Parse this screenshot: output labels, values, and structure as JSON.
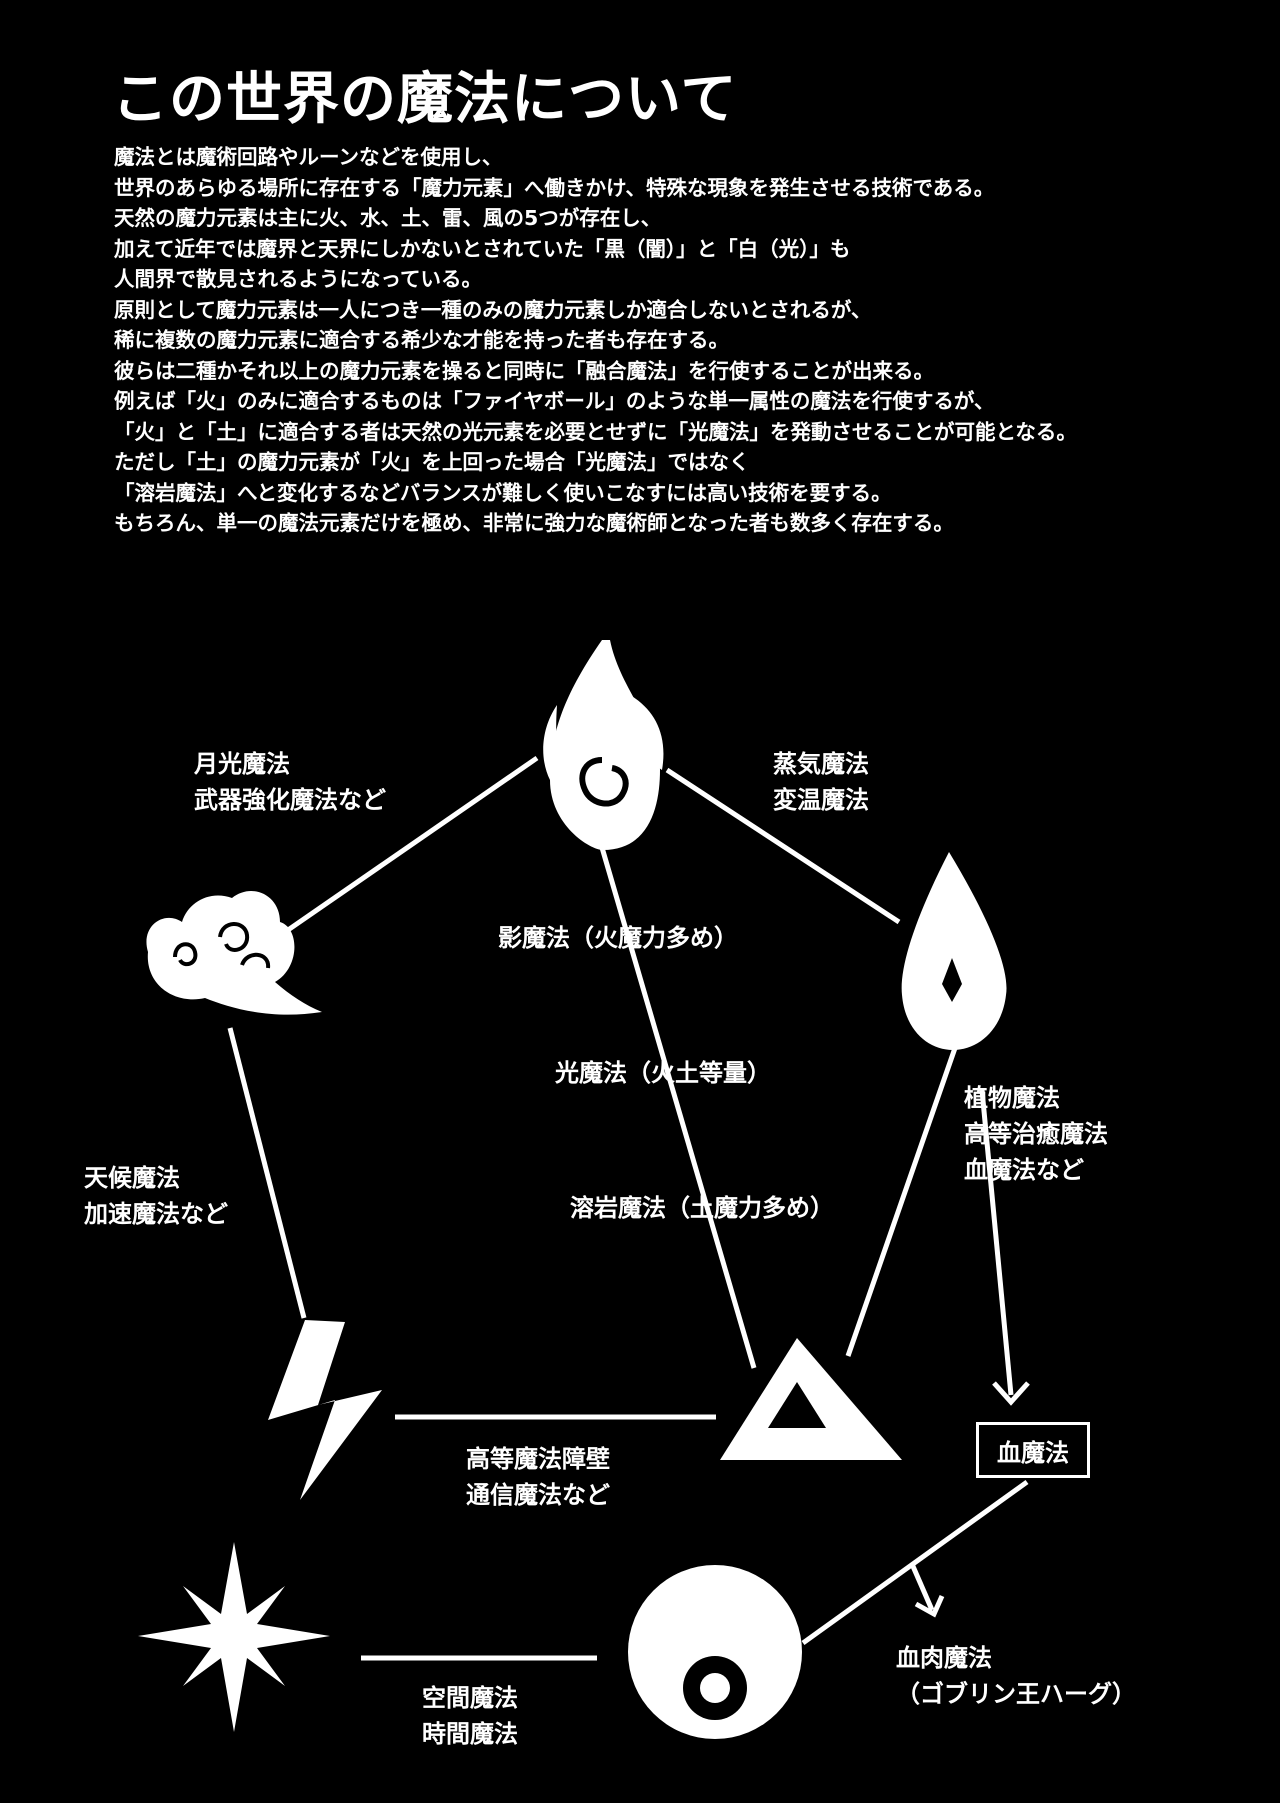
{
  "title": "この世界の魔法について",
  "intro_lines": [
    "魔法とは魔術回路やルーンなどを使用し、",
    "世界のあらゆる場所に存在する「魔力元素」へ働きかけ、特殊な現象を発生させる技術である。",
    "天然の魔力元素は主に火、水、土、雷、風の5つが存在し、",
    "加えて近年では魔界と天界にしかないとされていた「黒（闇）」と「白（光）」も",
    "人間界で散見されるようになっている。",
    "原則として魔力元素は一人につき一種のみの魔力元素しか適合しないとされるが、",
    "稀に複数の魔力元素に適合する希少な才能を持った者も存在する。",
    "彼らは二種かそれ以上の魔力元素を操ると同時に「融合魔法」を行使することが出来る。",
    "例えば「火」のみに適合するものは「ファイヤボール」のような単一属性の魔法を行使するが、",
    "「火」と「土」に適合する者は天然の光元素を必要とせずに「光魔法」を発動させることが可能となる。",
    "ただし「土」の魔力元素が「火」を上回った場合「光魔法」ではなく",
    "「溶岩魔法」へと変化するなどバランスが難しく使いこなすには高い技術を要する。",
    "もちろん、単一の魔法元素だけを極め、非常に強力な魔術師となった者も数多く存在する。"
  ],
  "symbols": {
    "fire": "fire-icon",
    "water": "water-drop-icon",
    "wind": "wind-cloud-icon",
    "thunder": "lightning-icon",
    "earth": "earth-triangle-icon",
    "light": "star-icon",
    "dark": "eye-orb-icon"
  },
  "labels": {
    "fire_wind": [
      "月光魔法",
      "武器強化魔法など"
    ],
    "fire_water": [
      "蒸気魔法",
      "変温魔法"
    ],
    "fire_earth_shadow": "影魔法（火魔力多め）",
    "fire_earth_light": "光魔法（火土等量）",
    "fire_earth_lava": "溶岩魔法（土魔力多め）",
    "wind_thunder": [
      "天候魔法",
      "加速魔法など"
    ],
    "water_earth": [
      "植物魔法",
      "高等治癒魔法",
      "血魔法など"
    ],
    "thunder_earth": [
      "高等魔法障壁",
      "通信魔法など"
    ],
    "blood_box": "血魔法",
    "blood_dark": [
      "血肉魔法",
      "（ゴブリン王ハーグ）"
    ],
    "light_dark": [
      "空間魔法",
      "時間魔法"
    ]
  }
}
